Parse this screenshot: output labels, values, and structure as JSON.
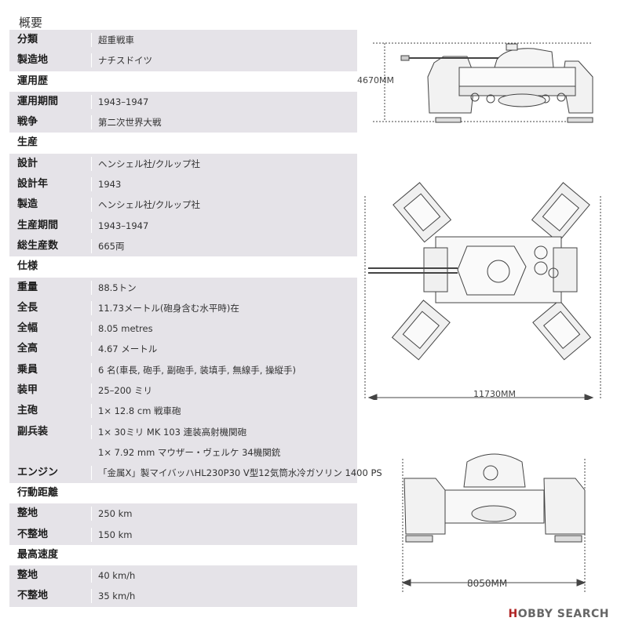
{
  "title": "概要",
  "rows": [
    {
      "kind": "label",
      "key": "分類",
      "value": "超重戦車"
    },
    {
      "kind": "label",
      "key": "製造地",
      "value": "ナチスドイツ"
    },
    {
      "kind": "header",
      "key": "運用歴"
    },
    {
      "kind": "label",
      "key": "運用期間",
      "value": "1943–1947"
    },
    {
      "kind": "label",
      "key": "戦争",
      "value": "第二次世界大戦"
    },
    {
      "kind": "header",
      "key": "生産"
    },
    {
      "kind": "label",
      "key": "設計",
      "value": "ヘンシェル社/クルップ社"
    },
    {
      "kind": "label",
      "key": "設計年",
      "value": "1943"
    },
    {
      "kind": "label",
      "key": "製造",
      "value": "ヘンシェル社/クルップ社"
    },
    {
      "kind": "label",
      "key": "生産期間",
      "value": "1943–1947"
    },
    {
      "kind": "label",
      "key": "総生産数",
      "value": "665両"
    },
    {
      "kind": "header",
      "key": "仕様"
    },
    {
      "kind": "label",
      "key": "重量",
      "value": "88.5トン"
    },
    {
      "kind": "label",
      "key": "全長",
      "value": "11.73メートル(砲身含む水平時)在"
    },
    {
      "kind": "label",
      "key": "全幅",
      "value": "8.05 metres"
    },
    {
      "kind": "label",
      "key": "全高",
      "value": "4.67 メートル"
    },
    {
      "kind": "label",
      "key": "乗員",
      "value": "6 名(車長, 砲手, 副砲手, 装填手, 無線手, 操縦手)"
    },
    {
      "kind": "label",
      "key": "装甲",
      "value": "25–200 ミリ"
    },
    {
      "kind": "label",
      "key": "主砲",
      "value": "1× 12.8 cm 戦車砲"
    },
    {
      "kind": "label2",
      "key": "副兵装",
      "value": "1× 30ミリ MK 103 連装高射機関砲",
      "value2": "1× 7.92 mm マウザー・ヴェルケ 34機関銃"
    },
    {
      "kind": "label",
      "key": "エンジン",
      "value": "「金属X」製マイバッハHL230P30 V型12気筒水冷ガソリン 1400 PS"
    },
    {
      "kind": "header",
      "key": "行動距離"
    },
    {
      "kind": "label",
      "key": "整地",
      "value": "250 km"
    },
    {
      "kind": "label",
      "key": "不整地",
      "value": "150 km"
    },
    {
      "kind": "header",
      "key": "最高速度"
    },
    {
      "kind": "label",
      "key": "整地",
      "value": "40 km/h"
    },
    {
      "kind": "label",
      "key": "不整地",
      "value": "35 km/h"
    }
  ],
  "dimensions": {
    "height": "4670MM",
    "length": "11730MM",
    "width": "8050MM"
  },
  "logo": {
    "brand_prefix": "H",
    "brand": "OBBY SEARCH"
  }
}
